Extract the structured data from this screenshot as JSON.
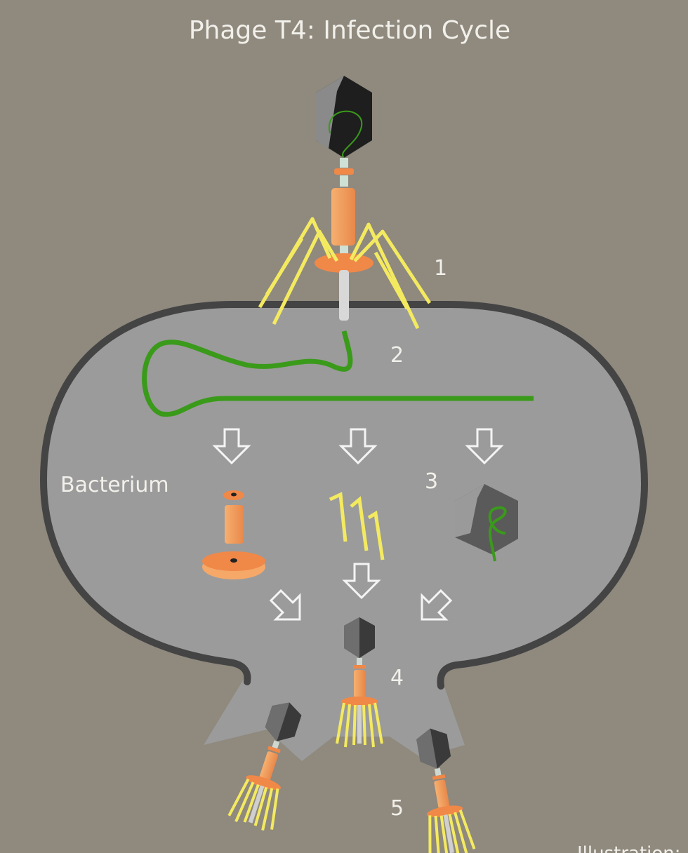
{
  "title": "Phage T4: Infection Cycle",
  "bacterium_label": "Bacterium",
  "steps": [
    "1",
    "2",
    "3",
    "4",
    "5"
  ],
  "credit": "Illustration:",
  "colors": {
    "background": "#8f897e",
    "cell": "#9b9b9b",
    "membrane": "#444444",
    "dna": "#3a9a1a",
    "tail": "#f0a060",
    "fibers": "#f4ea60"
  }
}
